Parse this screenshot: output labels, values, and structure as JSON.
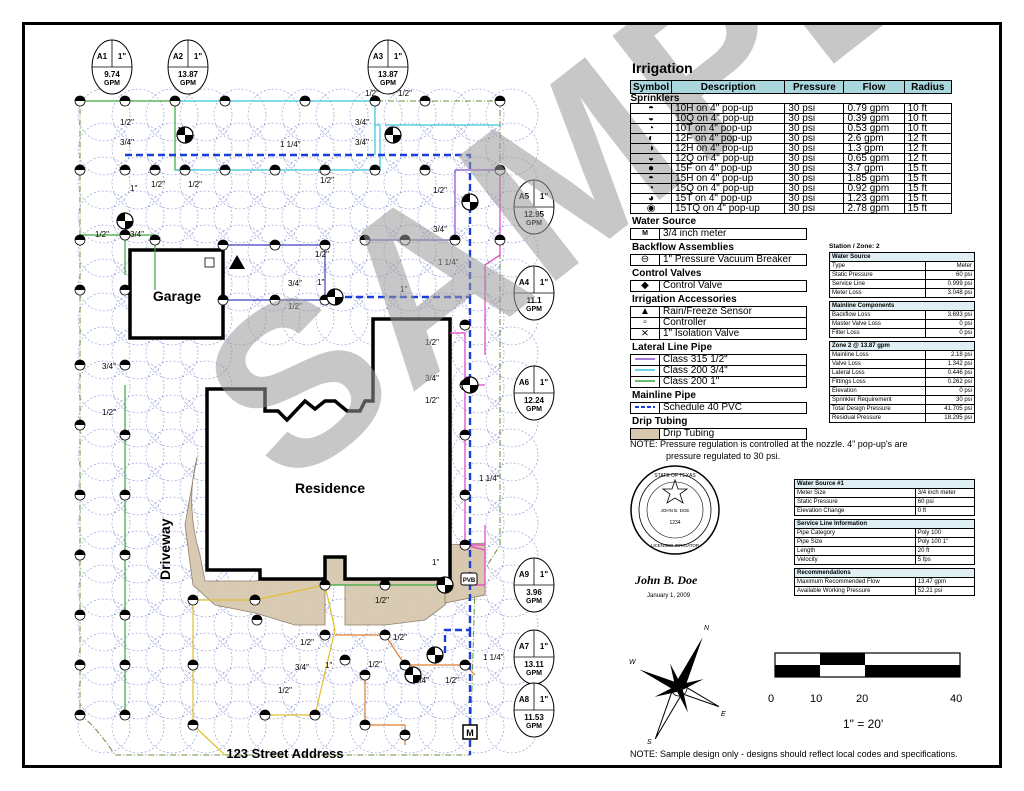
{
  "title": "Irrigation",
  "address": "123 Street Address",
  "labels": {
    "garage": "Garage",
    "residence": "Residence",
    "driveway": "Driveway",
    "watermark": "SAMPLE"
  },
  "zones": [
    {
      "id": "A1",
      "size": "1\"",
      "flow": "9.74",
      "unit": "GPM"
    },
    {
      "id": "A2",
      "size": "1\"",
      "flow": "13.87",
      "unit": "GPM"
    },
    {
      "id": "A3",
      "size": "1\"",
      "flow": "13.87",
      "unit": "GPM"
    },
    {
      "id": "A5",
      "size": "1\"",
      "flow": "12.95",
      "unit": "GPM"
    },
    {
      "id": "A4",
      "size": "1\"",
      "flow": "11.1",
      "unit": "GPM"
    },
    {
      "id": "A6",
      "size": "1\"",
      "flow": "12.24",
      "unit": "GPM"
    },
    {
      "id": "A9",
      "size": "1\"",
      "flow": "3.96",
      "unit": "GPM"
    },
    {
      "id": "A7",
      "size": "1\"",
      "flow": "13.11",
      "unit": "GPM"
    },
    {
      "id": "A8",
      "size": "1\"",
      "flow": "11.53",
      "unit": "GPM"
    }
  ],
  "pipe_labels": [
    "1/2\"",
    "3/4\"",
    "1\"",
    "1 1/4\"",
    "M",
    "PVB"
  ],
  "legend": {
    "headers": [
      "Symbol",
      "Description",
      "Pressure",
      "Flow",
      "Radius"
    ],
    "sprinklers_title": "Sprinklers",
    "sprinklers": [
      {
        "desc": "10H on 4\" pop-up",
        "pressure": "30 psi",
        "flow": "0.79 gpm",
        "radius": "10 ft"
      },
      {
        "desc": "10Q on 4\" pop-up",
        "pressure": "30 psi",
        "flow": "0.39 gpm",
        "radius": "10 ft"
      },
      {
        "desc": "10T on 4\" pop-up",
        "pressure": "30 psi",
        "flow": "0.53 gpm",
        "radius": "10 ft"
      },
      {
        "desc": "12F on 4\" pop-up",
        "pressure": "30 psi",
        "flow": "2.6 gpm",
        "radius": "12 ft"
      },
      {
        "desc": "12H on 4\" pop-up",
        "pressure": "30 psi",
        "flow": "1.3 gpm",
        "radius": "12 ft"
      },
      {
        "desc": "12Q on 4\" pop-up",
        "pressure": "30 psi",
        "flow": "0.65 gpm",
        "radius": "12 ft"
      },
      {
        "desc": "15F on 4\" pop-up",
        "pressure": "30 psi",
        "flow": "3.7 gpm",
        "radius": "15 ft"
      },
      {
        "desc": "15H on 4\" pop-up",
        "pressure": "30 psi",
        "flow": "1.85 gpm",
        "radius": "15 ft"
      },
      {
        "desc": "15Q on 4\" pop-up",
        "pressure": "30 psi",
        "flow": "0.92 gpm",
        "radius": "15 ft"
      },
      {
        "desc": "15T on 4\" pop-up",
        "pressure": "30 psi",
        "flow": "1.23 gpm",
        "radius": "15 ft"
      },
      {
        "desc": "15TQ on 4\" pop-up",
        "pressure": "30 psi",
        "flow": "2.78 gpm",
        "radius": "15 ft"
      }
    ],
    "water_source_title": "Water Source",
    "water_source": "3/4 inch meter",
    "backflow_title": "Backflow Assemblies",
    "backflow": "1\" Pressure Vacuum Breaker",
    "control_title": "Control Valves",
    "control": "Control Valve",
    "accessories_title": "Irrigation Accessories",
    "accessories": [
      "Rain/Freeze Sensor",
      "Controller",
      "1\" Isolation Valve"
    ],
    "lateral_title": "Lateral Line Pipe",
    "lateral": [
      {
        "name": "Class 315 1/2\"",
        "color": "#8a4fd0"
      },
      {
        "name": "Class 200 3/4\"",
        "color": "#35c8d8"
      },
      {
        "name": "Class 200 1\"",
        "color": "#3aa83a"
      }
    ],
    "mainline_title": "Mainline Pipe",
    "mainline": "Schedule 40 PVC",
    "drip_title": "Drip Tubing",
    "drip": "Drip Tubing"
  },
  "station_title": "Station / Zone:  2",
  "station": {
    "water_source_head": "Water Source",
    "water_source": [
      [
        "Type",
        "Meter"
      ],
      [
        "Static Pressure",
        "60 psi"
      ],
      [
        "Service Line",
        "0.999 psi"
      ],
      [
        "Meter Loss",
        "3.048 psi"
      ]
    ],
    "mainline_head": "Mainline Components",
    "mainline": [
      [
        "Backflow Loss",
        "3.693 psi"
      ],
      [
        "Master Valve Loss",
        "0 psi"
      ],
      [
        "Filter Loss",
        "0 psi"
      ]
    ],
    "zone_head": "Zone 2 @ 13.87 gpm",
    "zone": [
      [
        "Mainline Loss",
        "2.18 psi"
      ],
      [
        "Valve Loss",
        "1.342 psi"
      ],
      [
        "Lateral Loss",
        "0.446 psi"
      ],
      [
        "Fittings Loss",
        "0.262 psi"
      ],
      [
        "Elevation",
        "0 psi"
      ],
      [
        "Sprinkler Requirement",
        "30 psi"
      ],
      [
        "Total Design Pressure",
        "41.705 psi"
      ],
      [
        "Residual Pressure",
        "18.295 psi"
      ]
    ]
  },
  "water_source_1": {
    "head": "Water Source #1",
    "rows": [
      [
        "Meter Size",
        "3/4 inch meter"
      ],
      [
        "Static Pressure",
        "60 psi"
      ],
      [
        "Elevation Change",
        "0 ft"
      ]
    ],
    "service_head": "Service Line Information",
    "service": [
      [
        "Pipe Category",
        "Poly 100"
      ],
      [
        "Pipe Size",
        "Poly 100 1\""
      ],
      [
        "Length",
        "20 ft"
      ],
      [
        "Velocity",
        "5 fps"
      ]
    ],
    "rec_head": "Recommendations",
    "rec": [
      [
        "Maximum Recommended Flow",
        "13.47 gpm"
      ],
      [
        "Available Working Pressure",
        "52.21 psi"
      ]
    ]
  },
  "note1": "NOTE:  Pressure regulation is controlled at the nozzle.  4\" pop-up's are",
  "note1b": "pressure regulated to 30 psi.",
  "note2": "NOTE:  Sample design only - designs should reflect local codes and specifications.",
  "seal": {
    "top": "STATE OF TEXAS",
    "name": "JOHN B. DOE",
    "number": "1234",
    "bottom": "LICENSED IRRIGATOR"
  },
  "signature": "John B. Doe",
  "sig_date": "January 1, 2009",
  "compass": {
    "n": "N",
    "s": "S",
    "e": "E",
    "w": "W"
  },
  "scale": {
    "ticks": [
      "0",
      "10",
      "20",
      "40"
    ],
    "ratio": "1\" = 20'"
  }
}
